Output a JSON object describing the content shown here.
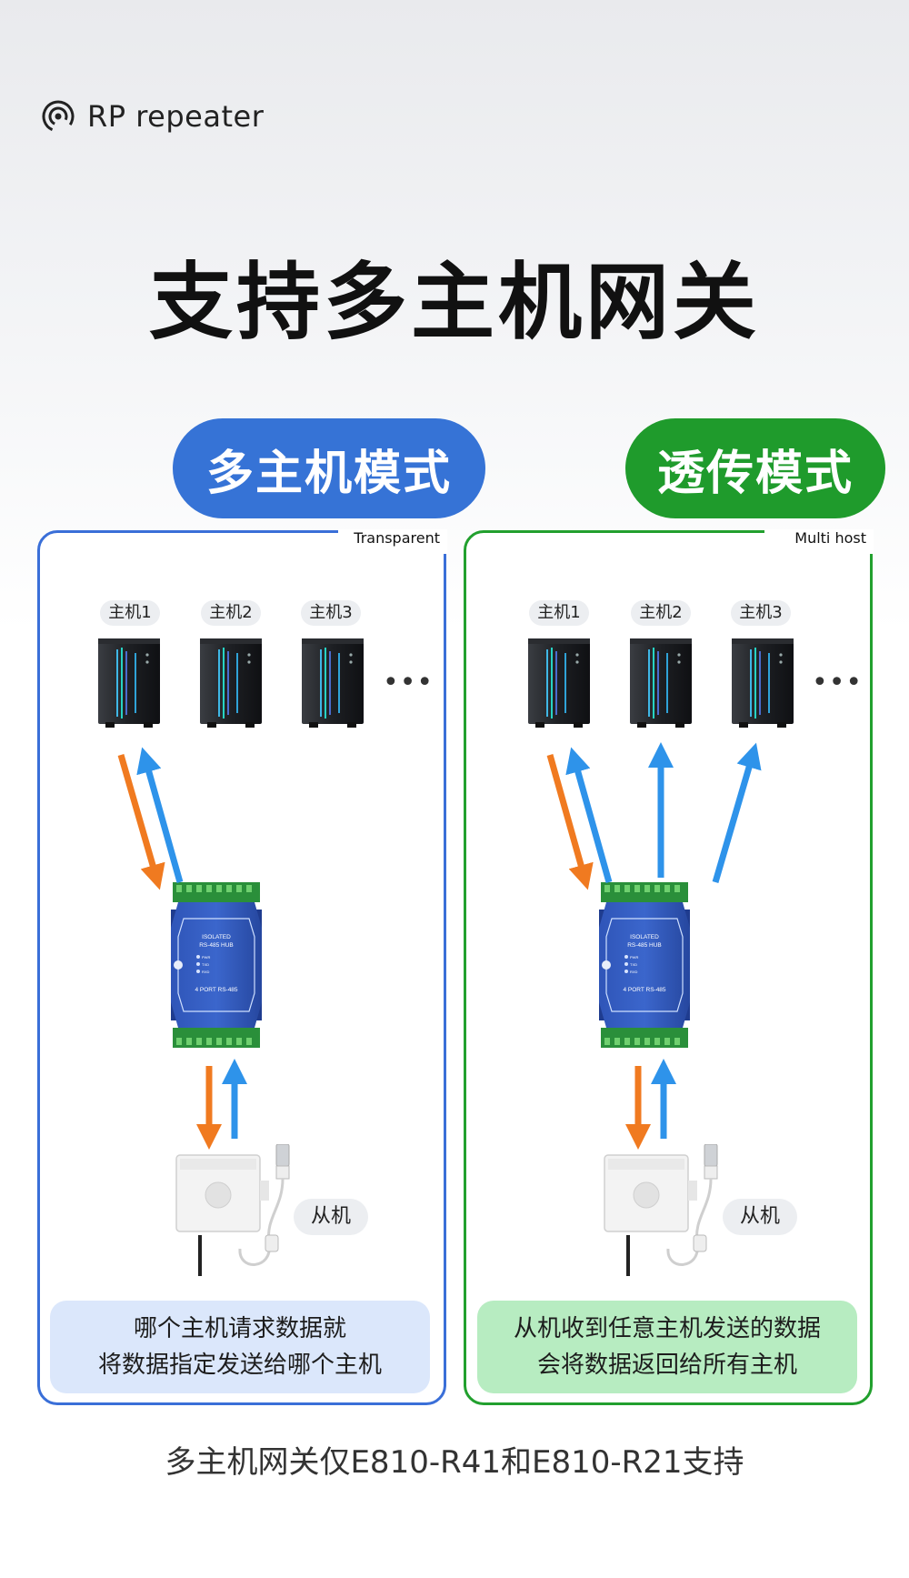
{
  "brand": {
    "label": "RP repeater",
    "icon": "wireless-signal-icon"
  },
  "title": "支持多主机网关",
  "modes": [
    {
      "bubble": "多主机模式",
      "corner_label": "Transparent",
      "color": "#3673d6",
      "hosts": [
        "主机1",
        "主机2",
        "主机3"
      ],
      "more": "•••",
      "slave": "从机",
      "note": [
        "哪个主机请求数据就",
        "将数据指定发送给哪个主机"
      ],
      "note_color": "#dbe7fb"
    },
    {
      "bubble": "透传模式",
      "corner_label": "Multi host",
      "color": "#1f9b2c",
      "hosts": [
        "主机1",
        "主机2",
        "主机3"
      ],
      "more": "•••",
      "slave": "从机",
      "note": [
        "从机收到任意主机发送的数据",
        "会将数据返回给所有主机"
      ],
      "note_color": "#b7ecc1"
    }
  ],
  "hub": {
    "line1": "ISOLATED",
    "line2": "RS-485 HUB",
    "line3": "4 PORT RS-485",
    "leds": [
      "PWR",
      "TXD",
      "RXD"
    ]
  },
  "arrow_colors": {
    "request": "#f07a20",
    "response": "#2e93ea"
  },
  "footer": "多主机网关仅E810-R41和E810-R21支持"
}
